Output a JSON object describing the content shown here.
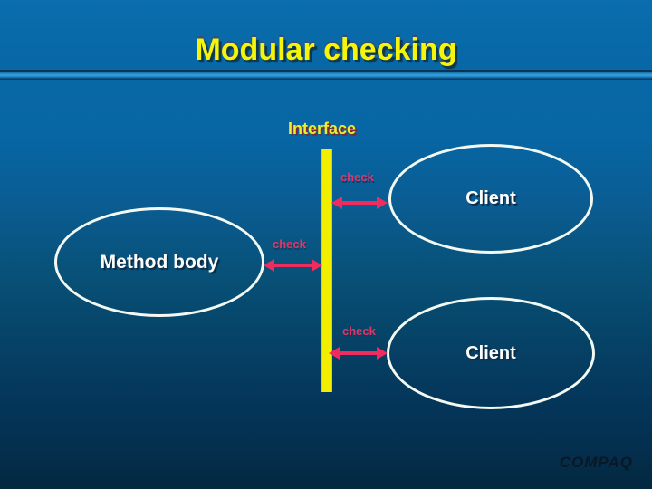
{
  "slide": {
    "title": "Modular checking",
    "footer_logo": "COMPAQ"
  },
  "diagram": {
    "interface": {
      "label": "Interface",
      "bar_color": "#f2ee00"
    },
    "ellipses": [
      {
        "id": "client-top",
        "label": "Client"
      },
      {
        "id": "method-body",
        "label": "Method body"
      },
      {
        "id": "client-bottom",
        "label": "Client"
      }
    ],
    "checks": [
      {
        "label": "check"
      },
      {
        "label": "check"
      },
      {
        "label": "check"
      }
    ],
    "arrow_color": "#ee2d5e",
    "check_text_color": "#e23567",
    "ellipse_outline_color": "#f3f9f1"
  },
  "theme": {
    "title_color": "#f5f50a",
    "interface_label_color": "#eaee2e",
    "background_top": "#0a6dad",
    "background_bottom": "#03283f",
    "rule_highlight": "#2e9ad8",
    "logo_color": "#0a1826"
  }
}
